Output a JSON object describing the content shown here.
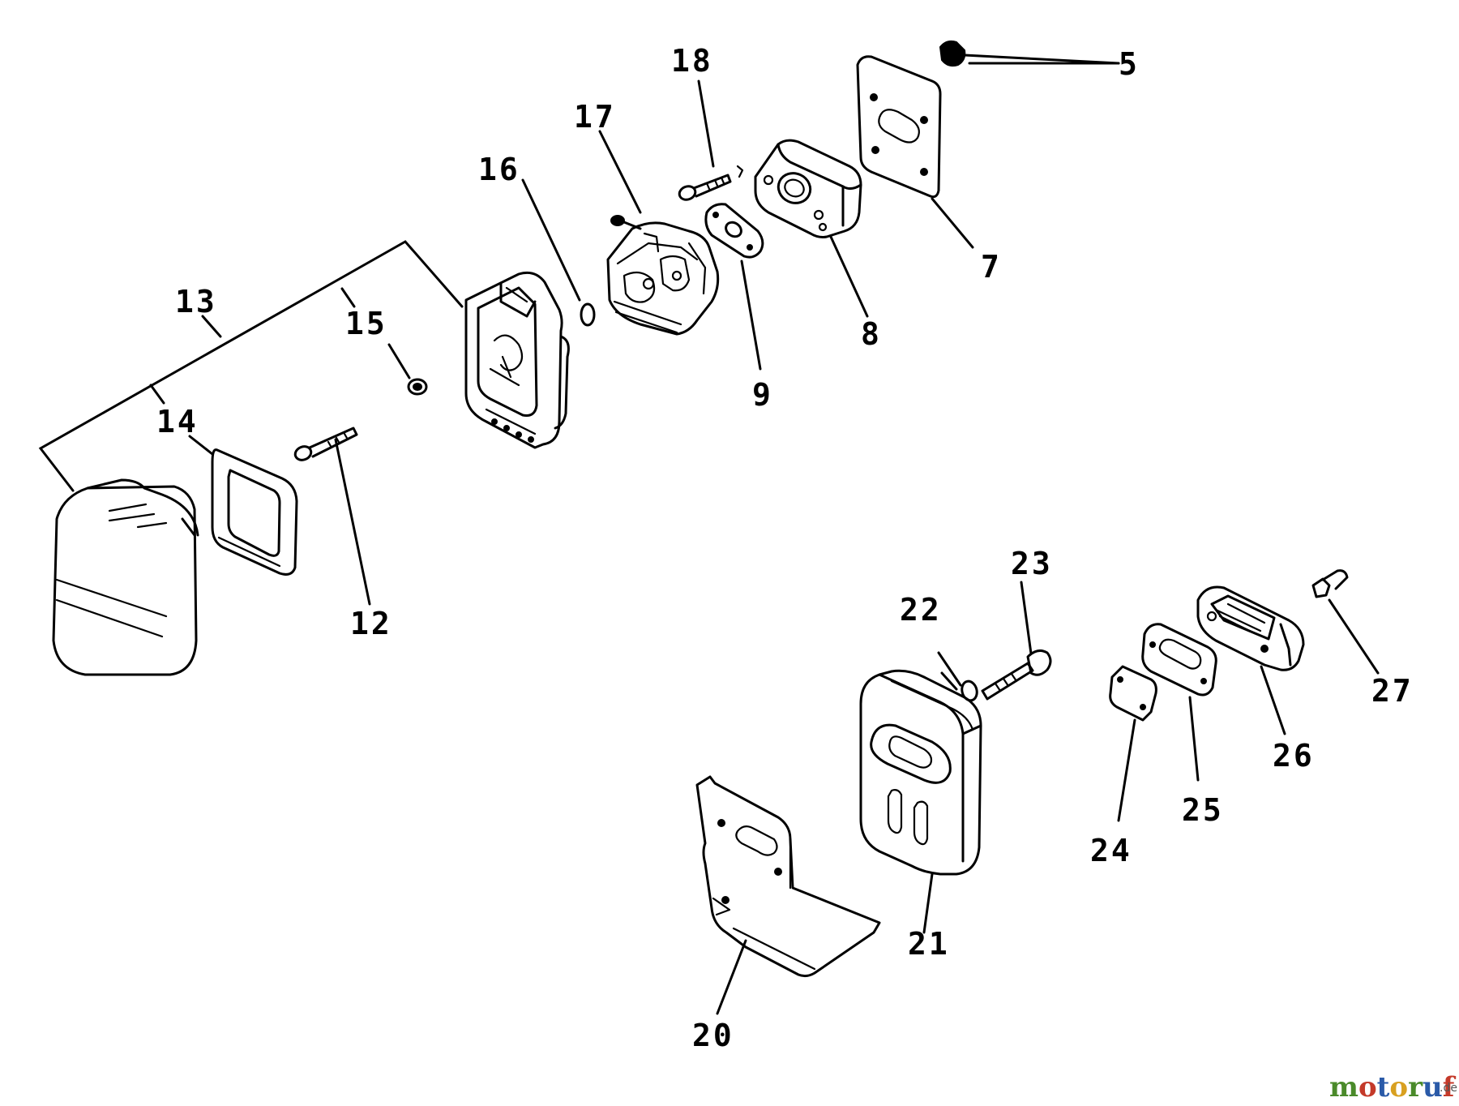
{
  "parts": [
    {
      "id": "5",
      "label": "5"
    },
    {
      "id": "7",
      "label": "7"
    },
    {
      "id": "8",
      "label": "8"
    },
    {
      "id": "9",
      "label": "9"
    },
    {
      "id": "12",
      "label": "12"
    },
    {
      "id": "13",
      "label": "13"
    },
    {
      "id": "14",
      "label": "14"
    },
    {
      "id": "15",
      "label": "15"
    },
    {
      "id": "16",
      "label": "16"
    },
    {
      "id": "17",
      "label": "17"
    },
    {
      "id": "18",
      "label": "18"
    },
    {
      "id": "20",
      "label": "20"
    },
    {
      "id": "21",
      "label": "21"
    },
    {
      "id": "22",
      "label": "22"
    },
    {
      "id": "23",
      "label": "23"
    },
    {
      "id": "24",
      "label": "24"
    },
    {
      "id": "25",
      "label": "25"
    },
    {
      "id": "26",
      "label": "26"
    },
    {
      "id": "27",
      "label": "27"
    }
  ],
  "watermark": {
    "text": "motoruf",
    "suffix": ".de"
  }
}
